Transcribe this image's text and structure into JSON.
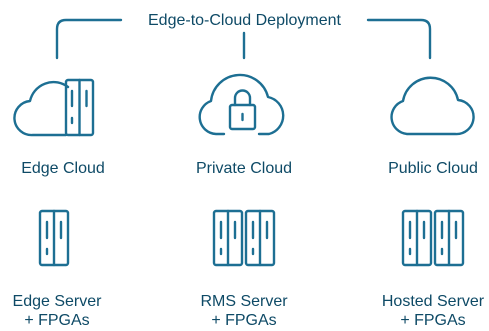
{
  "diagram": {
    "title": "Edge-to-Cloud Deployment",
    "columns": [
      {
        "cloud_label": "Edge Cloud",
        "cloud_icon": "cloud-server-icon",
        "server_line1": "Edge Server",
        "server_line2": "+ FPGAs",
        "server_icon": "single-rack-server-icon"
      },
      {
        "cloud_label": "Private Cloud",
        "cloud_icon": "cloud-lock-icon",
        "server_line1": "RMS Server",
        "server_line2": "+ FPGAs",
        "server_icon": "double-rack-server-icon"
      },
      {
        "cloud_label": "Public Cloud",
        "cloud_icon": "cloud-icon",
        "server_line1": "Hosted Server",
        "server_line2": "+ FPGAs",
        "server_icon": "double-rack-server-icon"
      }
    ],
    "colors": {
      "stroke": "#1d6f93",
      "text": "#0e4a66",
      "background": "#ffffff"
    }
  }
}
